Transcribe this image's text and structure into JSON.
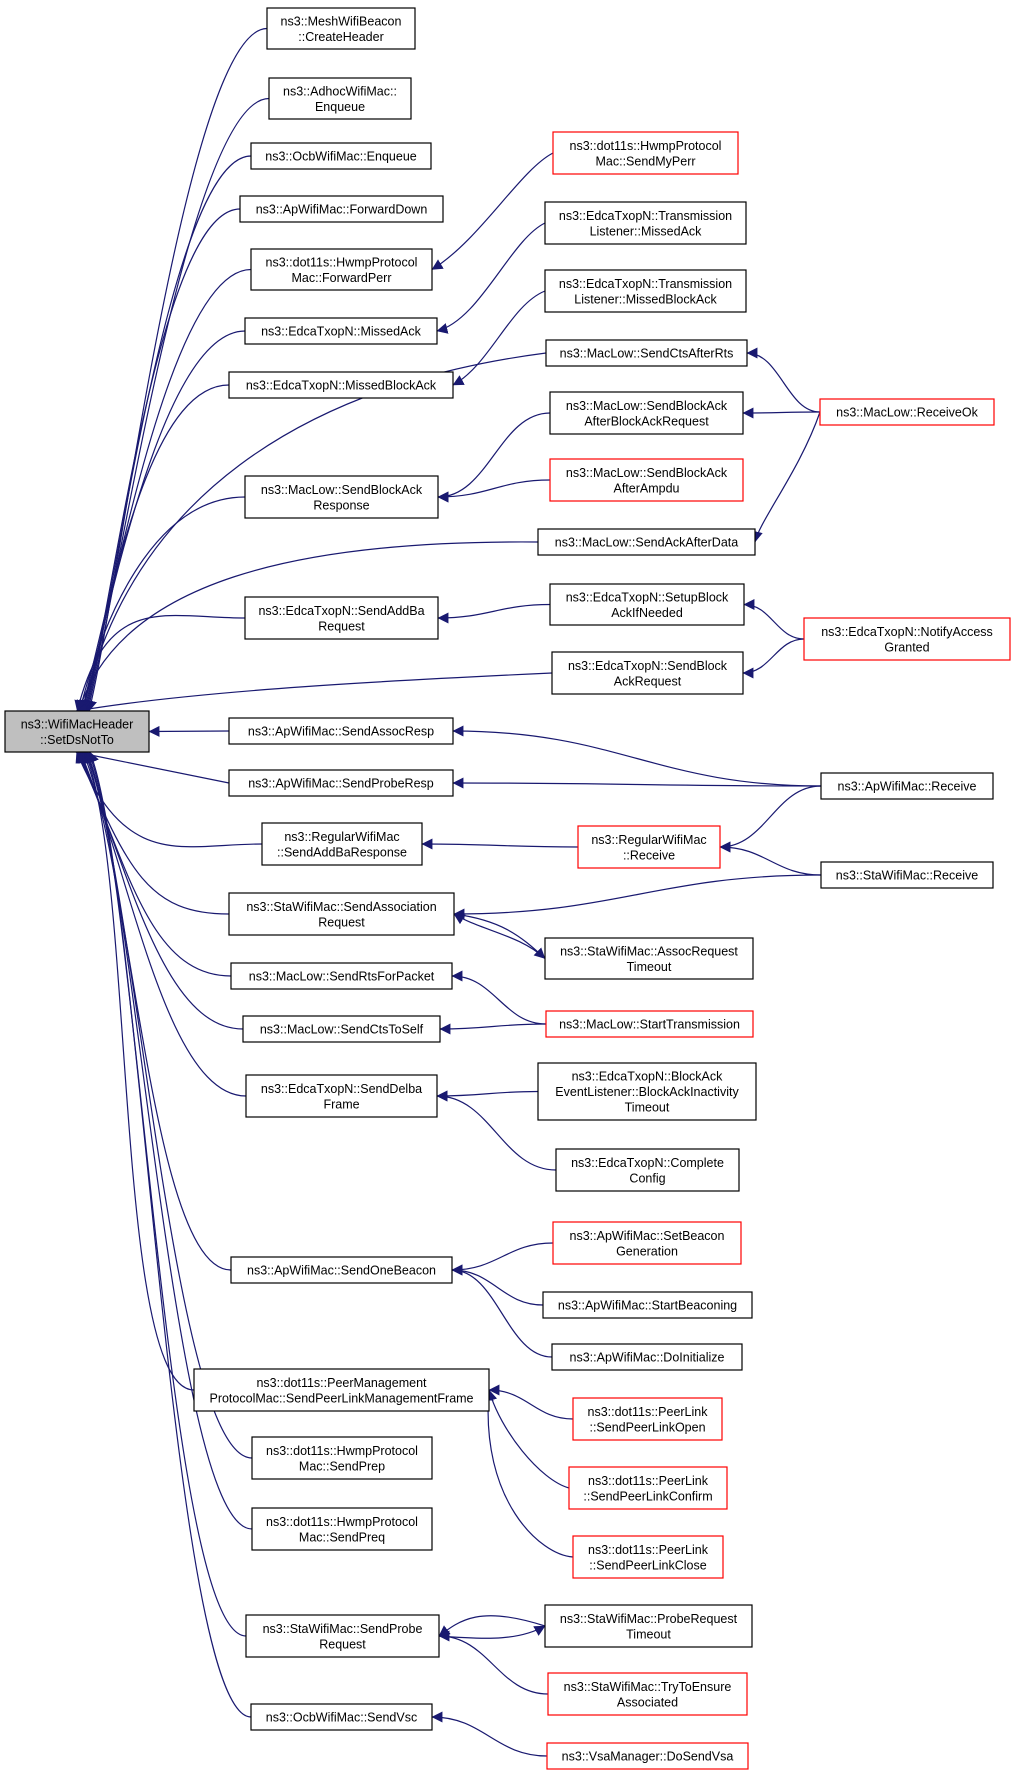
{
  "colors": {
    "edge": "#191970",
    "box_normal": "#000000",
    "box_truncated": "#ff0000",
    "root_fill": "#bfbfbf"
  },
  "nodes": [
    {
      "id": "root",
      "lines": [
        "ns3::WifiMacHeader",
        "::SetDsNotTo"
      ],
      "style": "root"
    },
    {
      "id": "c1",
      "lines": [
        "ns3::MeshWifiBeacon",
        "::CreateHeader"
      ],
      "style": "normal"
    },
    {
      "id": "c2",
      "lines": [
        "ns3::AdhocWifiMac::",
        "Enqueue"
      ],
      "style": "normal"
    },
    {
      "id": "c3",
      "lines": [
        "ns3::OcbWifiMac::Enqueue"
      ],
      "style": "normal"
    },
    {
      "id": "c4",
      "lines": [
        "ns3::ApWifiMac::ForwardDown"
      ],
      "style": "normal"
    },
    {
      "id": "c5",
      "lines": [
        "ns3::dot11s::HwmpProtocol",
        "Mac::ForwardPerr"
      ],
      "style": "normal"
    },
    {
      "id": "c6",
      "lines": [
        "ns3::EdcaTxopN::MissedAck"
      ],
      "style": "normal"
    },
    {
      "id": "c7",
      "lines": [
        "ns3::EdcaTxopN::MissedBlockAck"
      ],
      "style": "normal"
    },
    {
      "id": "c8",
      "lines": [
        "ns3::MacLow::SendBlockAck",
        "Response"
      ],
      "style": "normal"
    },
    {
      "id": "c9",
      "lines": [
        "ns3::EdcaTxopN::SendAddBa",
        "Request"
      ],
      "style": "normal"
    },
    {
      "id": "c10",
      "lines": [
        "ns3::ApWifiMac::SendAssocResp"
      ],
      "style": "normal"
    },
    {
      "id": "c11",
      "lines": [
        "ns3::ApWifiMac::SendProbeResp"
      ],
      "style": "normal"
    },
    {
      "id": "c12",
      "lines": [
        "ns3::RegularWifiMac",
        "::SendAddBaResponse"
      ],
      "style": "normal"
    },
    {
      "id": "c13",
      "lines": [
        "ns3::StaWifiMac::SendAssociation",
        "Request"
      ],
      "style": "normal"
    },
    {
      "id": "c14",
      "lines": [
        "ns3::MacLow::SendRtsForPacket"
      ],
      "style": "normal"
    },
    {
      "id": "c15",
      "lines": [
        "ns3::MacLow::SendCtsToSelf"
      ],
      "style": "normal"
    },
    {
      "id": "c16",
      "lines": [
        "ns3::EdcaTxopN::SendDelba",
        "Frame"
      ],
      "style": "normal"
    },
    {
      "id": "c17",
      "lines": [
        "ns3::ApWifiMac::SendOneBeacon"
      ],
      "style": "normal"
    },
    {
      "id": "c18",
      "lines": [
        "ns3::dot11s::PeerManagement",
        "ProtocolMac::SendPeerLinkManagementFrame"
      ],
      "style": "normal"
    },
    {
      "id": "c19",
      "lines": [
        "ns3::dot11s::HwmpProtocol",
        "Mac::SendPrep"
      ],
      "style": "normal"
    },
    {
      "id": "c20",
      "lines": [
        "ns3::dot11s::HwmpProtocol",
        "Mac::SendPreq"
      ],
      "style": "normal"
    },
    {
      "id": "c21",
      "lines": [
        "ns3::StaWifiMac::SendProbe",
        "Request"
      ],
      "style": "normal"
    },
    {
      "id": "c22",
      "lines": [
        "ns3::OcbWifiMac::SendVsc"
      ],
      "style": "normal"
    },
    {
      "id": "m1",
      "lines": [
        "ns3::dot11s::HwmpProtocol",
        "Mac::SendMyPerr"
      ],
      "style": "truncated"
    },
    {
      "id": "m2",
      "lines": [
        "ns3::EdcaTxopN::Transmission",
        "Listener::MissedAck"
      ],
      "style": "normal"
    },
    {
      "id": "m3",
      "lines": [
        "ns3::EdcaTxopN::Transmission",
        "Listener::MissedBlockAck"
      ],
      "style": "normal"
    },
    {
      "id": "m4",
      "lines": [
        "ns3::MacLow::SendCtsAfterRts"
      ],
      "style": "normal"
    },
    {
      "id": "m5",
      "lines": [
        "ns3::MacLow::SendBlockAck",
        "AfterBlockAckRequest"
      ],
      "style": "normal"
    },
    {
      "id": "m6",
      "lines": [
        "ns3::MacLow::SendBlockAck",
        "AfterAmpdu"
      ],
      "style": "truncated"
    },
    {
      "id": "m7",
      "lines": [
        "ns3::MacLow::SendAckAfterData"
      ],
      "style": "normal"
    },
    {
      "id": "m8",
      "lines": [
        "ns3::EdcaTxopN::SetupBlock",
        "AckIfNeeded"
      ],
      "style": "normal"
    },
    {
      "id": "m9",
      "lines": [
        "ns3::EdcaTxopN::SendBlock",
        "AckRequest"
      ],
      "style": "normal"
    },
    {
      "id": "m10",
      "lines": [
        "ns3::RegularWifiMac",
        "::Receive"
      ],
      "style": "truncated"
    },
    {
      "id": "m11",
      "lines": [
        "ns3::StaWifiMac::AssocRequest",
        "Timeout"
      ],
      "style": "normal"
    },
    {
      "id": "m12",
      "lines": [
        "ns3::MacLow::StartTransmission"
      ],
      "style": "truncated"
    },
    {
      "id": "m13",
      "lines": [
        "ns3::EdcaTxopN::BlockAck",
        "EventListener::BlockAckInactivity",
        "Timeout"
      ],
      "style": "normal"
    },
    {
      "id": "m14",
      "lines": [
        "ns3::EdcaTxopN::Complete",
        "Config"
      ],
      "style": "normal"
    },
    {
      "id": "m15",
      "lines": [
        "ns3::ApWifiMac::SetBeacon",
        "Generation"
      ],
      "style": "truncated"
    },
    {
      "id": "m16",
      "lines": [
        "ns3::ApWifiMac::StartBeaconing"
      ],
      "style": "normal"
    },
    {
      "id": "m17",
      "lines": [
        "ns3::ApWifiMac::DoInitialize"
      ],
      "style": "normal"
    },
    {
      "id": "m18",
      "lines": [
        "ns3::dot11s::PeerLink",
        "::SendPeerLinkOpen"
      ],
      "style": "truncated"
    },
    {
      "id": "m19",
      "lines": [
        "ns3::dot11s::PeerLink",
        "::SendPeerLinkConfirm"
      ],
      "style": "truncated"
    },
    {
      "id": "m20",
      "lines": [
        "ns3::dot11s::PeerLink",
        "::SendPeerLinkClose"
      ],
      "style": "truncated"
    },
    {
      "id": "m21",
      "lines": [
        "ns3::StaWifiMac::ProbeRequest",
        "Timeout"
      ],
      "style": "normal"
    },
    {
      "id": "m22",
      "lines": [
        "ns3::StaWifiMac::TryToEnsure",
        "Associated"
      ],
      "style": "truncated"
    },
    {
      "id": "m23",
      "lines": [
        "ns3::VsaManager::DoSendVsa"
      ],
      "style": "truncated"
    },
    {
      "id": "r1",
      "lines": [
        "ns3::MacLow::ReceiveOk"
      ],
      "style": "truncated"
    },
    {
      "id": "r2",
      "lines": [
        "ns3::EdcaTxopN::NotifyAccess",
        "Granted"
      ],
      "style": "truncated"
    },
    {
      "id": "r3",
      "lines": [
        "ns3::ApWifiMac::Receive"
      ],
      "style": "normal"
    },
    {
      "id": "r4",
      "lines": [
        "ns3::StaWifiMac::Receive"
      ],
      "style": "normal"
    }
  ],
  "edges": [
    [
      "c1",
      "root"
    ],
    [
      "c2",
      "root"
    ],
    [
      "c3",
      "root"
    ],
    [
      "c4",
      "root"
    ],
    [
      "c5",
      "root"
    ],
    [
      "c6",
      "root"
    ],
    [
      "c7",
      "root"
    ],
    [
      "m4",
      "root"
    ],
    [
      "c8",
      "root"
    ],
    [
      "m7",
      "root"
    ],
    [
      "c9",
      "root"
    ],
    [
      "m9",
      "root"
    ],
    [
      "c10",
      "root"
    ],
    [
      "c11",
      "root"
    ],
    [
      "c12",
      "root"
    ],
    [
      "c13",
      "root"
    ],
    [
      "c14",
      "root"
    ],
    [
      "c15",
      "root"
    ],
    [
      "c16",
      "root"
    ],
    [
      "c17",
      "root"
    ],
    [
      "c18",
      "root"
    ],
    [
      "c19",
      "root"
    ],
    [
      "c20",
      "root"
    ],
    [
      "c21",
      "root"
    ],
    [
      "c22",
      "root"
    ],
    [
      "m1",
      "c5"
    ],
    [
      "m2",
      "c6"
    ],
    [
      "m3",
      "c7"
    ],
    [
      "m5",
      "c8"
    ],
    [
      "m6",
      "c8"
    ],
    [
      "m8",
      "c9"
    ],
    [
      "r3",
      "c10"
    ],
    [
      "r3",
      "c11"
    ],
    [
      "m10",
      "c12"
    ],
    [
      "r4",
      "c13"
    ],
    [
      "m11",
      "c13"
    ],
    [
      "c13",
      "m11"
    ],
    [
      "m12",
      "c14"
    ],
    [
      "m12",
      "c15"
    ],
    [
      "m13",
      "c16"
    ],
    [
      "m14",
      "c16"
    ],
    [
      "m15",
      "c17"
    ],
    [
      "m16",
      "c17"
    ],
    [
      "m17",
      "c17"
    ],
    [
      "m18",
      "c18"
    ],
    [
      "m19",
      "c18"
    ],
    [
      "m20",
      "c18"
    ],
    [
      "m21",
      "c21"
    ],
    [
      "c21",
      "m21"
    ],
    [
      "m22",
      "c21"
    ],
    [
      "m23",
      "c22"
    ],
    [
      "r1",
      "m4"
    ],
    [
      "r1",
      "m5"
    ],
    [
      "r1",
      "m7"
    ],
    [
      "r2",
      "m8"
    ],
    [
      "r2",
      "m9"
    ],
    [
      "r3",
      "m10"
    ],
    [
      "r4",
      "m10"
    ]
  ]
}
